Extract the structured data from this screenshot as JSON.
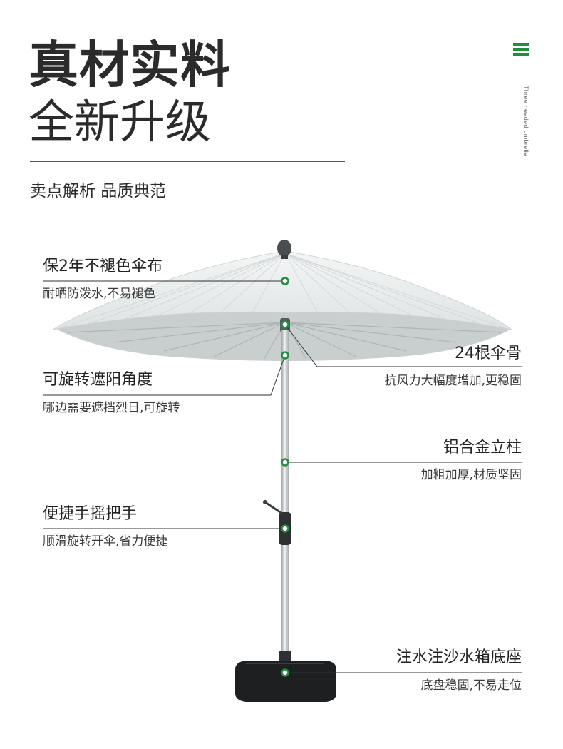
{
  "header": {
    "title_main": "真材实料",
    "title_sub": "全新升级",
    "tagline": "卖点解析 品质典范",
    "side_text": "Three headed umbrella"
  },
  "colors": {
    "accent": "#1f8f3a",
    "line": "#333333",
    "canopy": "#eef1f1",
    "base": "#222222"
  },
  "features": [
    {
      "title": "保2年不褪色伞布",
      "desc": "耐晒防泼水,不易褪色"
    },
    {
      "title": "24根伞骨",
      "desc": "抗风力大幅度增加,更稳固"
    },
    {
      "title": "可旋转遮阳角度",
      "desc": "哪边需要遮挡烈日,可旋转"
    },
    {
      "title": "铝合金立柱",
      "desc": "加粗加厚,材质坚固"
    },
    {
      "title": "便捷手摇把手",
      "desc": "顺滑旋转开伞,省力便捷"
    },
    {
      "title": "注水注沙水箱底座",
      "desc": "底盘稳固,不易走位"
    }
  ]
}
